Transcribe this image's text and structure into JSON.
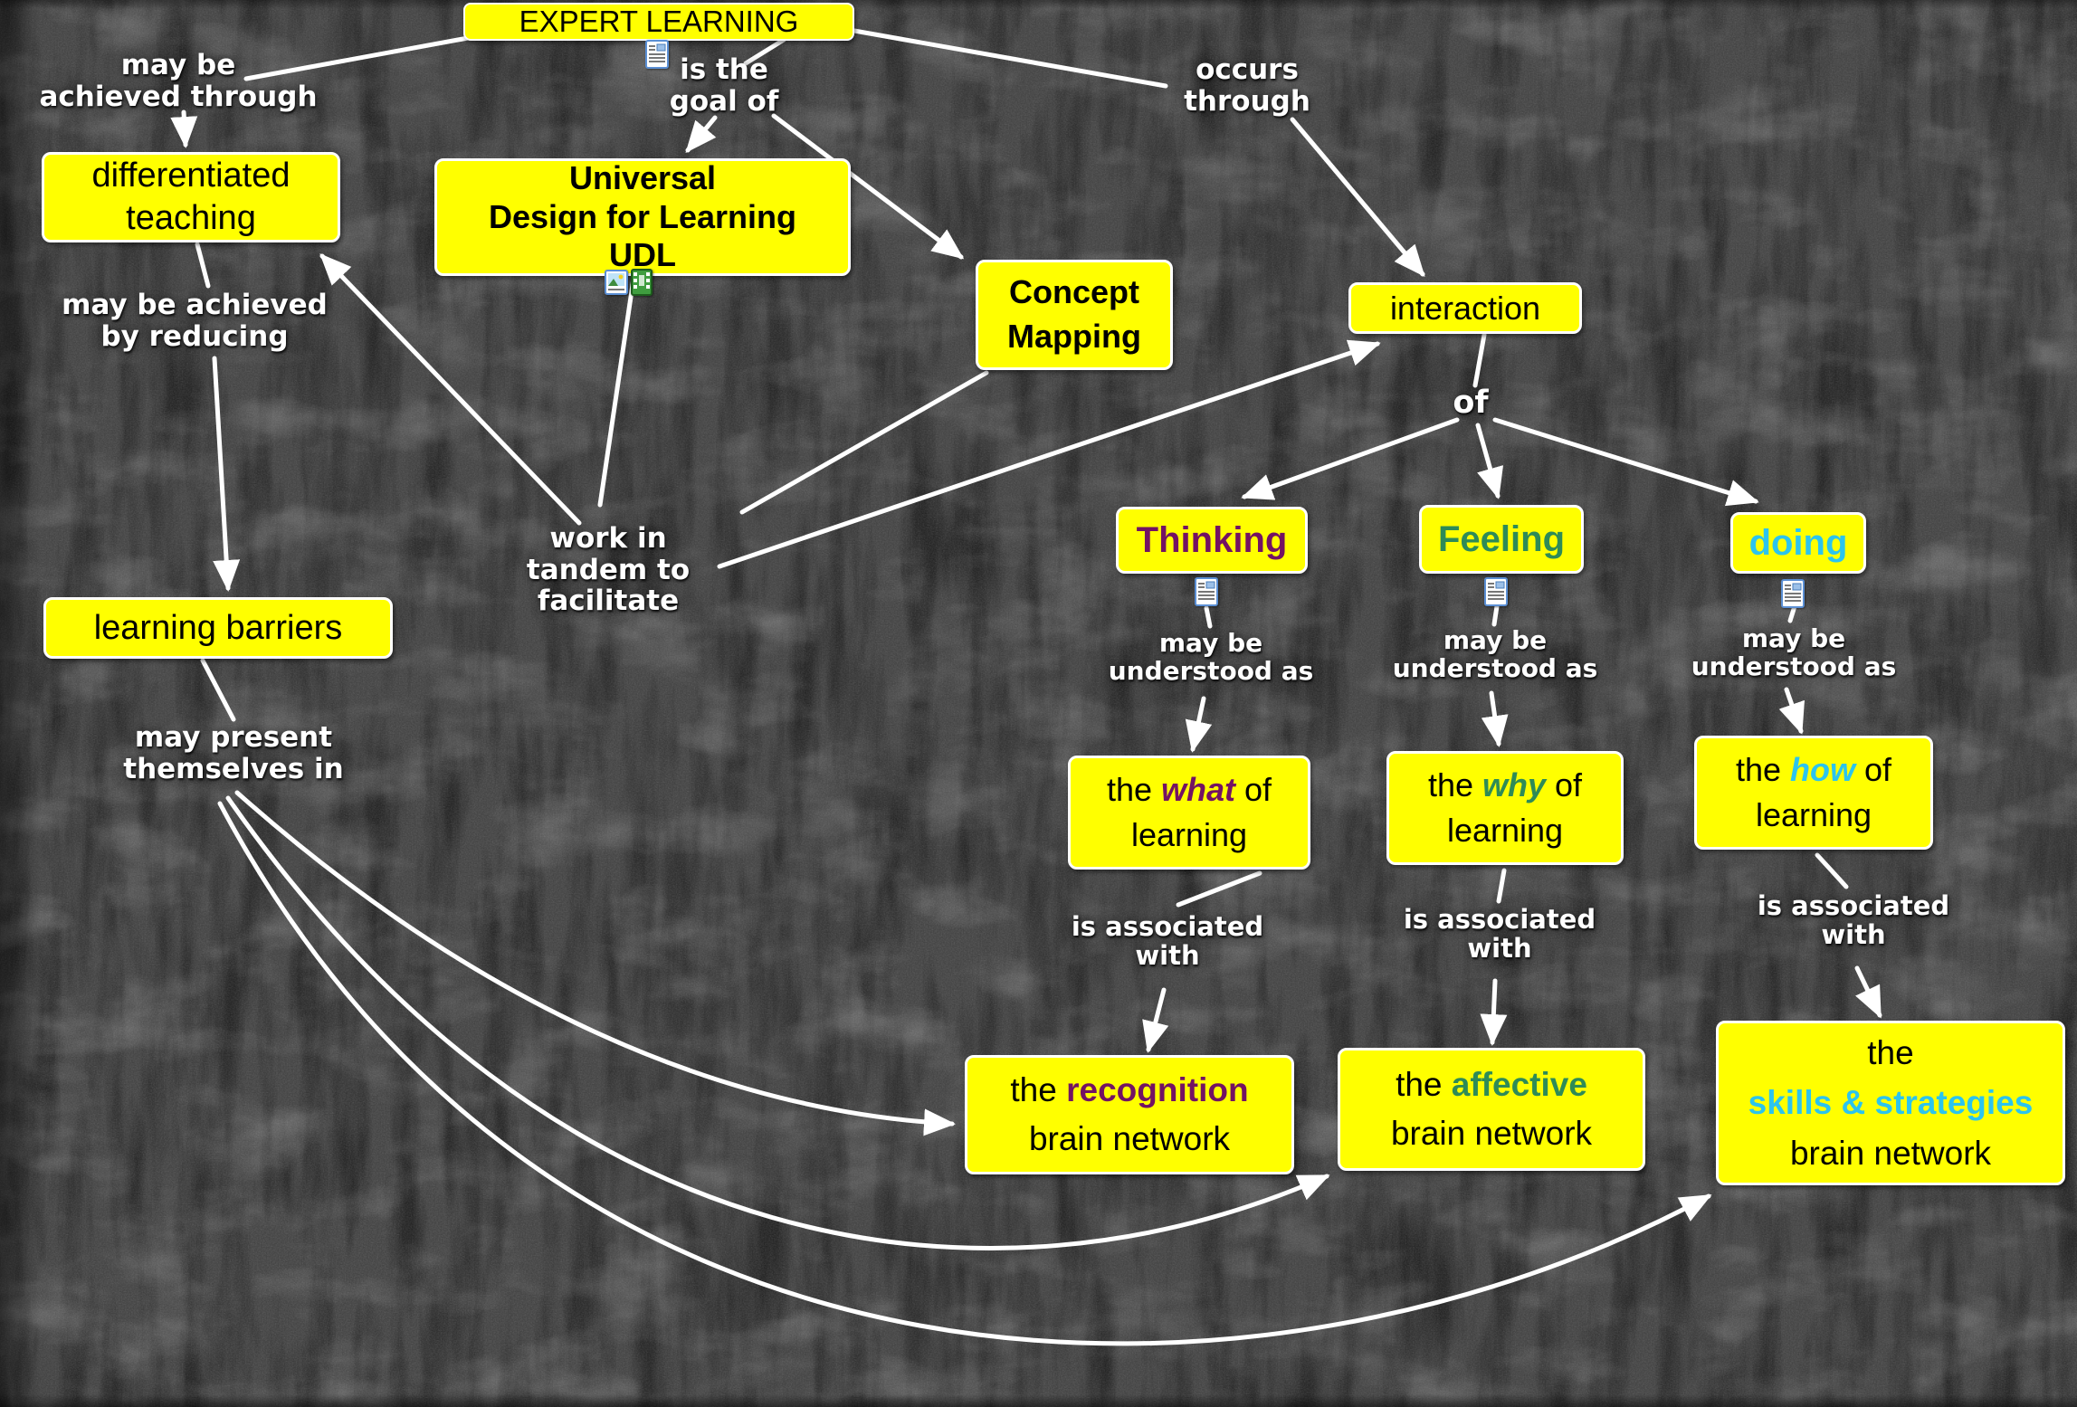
{
  "colors": {
    "background": "#4e4e4e",
    "node_bg": "#ffff00",
    "node_border": "#ffffff",
    "node_text": "#000000",
    "link_text": "#ffffff",
    "line": "#ffffff",
    "purple": "#731263",
    "green": "#2e8b57",
    "cyan": "#2cc4ee"
  },
  "nodes": {
    "expert_learning": {
      "label": "EXPERT LEARNING"
    },
    "differentiated_teaching": {
      "line1": "differentiated",
      "line2": "teaching"
    },
    "udl": {
      "line1": "Universal",
      "line2": "Design for Learning",
      "line3": "UDL"
    },
    "concept_mapping": {
      "line1": "Concept",
      "line2": "Mapping"
    },
    "interaction": {
      "label": "interaction"
    },
    "thinking": {
      "label": "Thinking"
    },
    "feeling": {
      "label": "Feeling"
    },
    "doing": {
      "label": "doing"
    },
    "what_of_learning": {
      "pre": "the",
      "word": "what",
      "post": "of",
      "line2": "learning"
    },
    "why_of_learning": {
      "pre": "the",
      "word": "why",
      "post": "of",
      "line2": "learning"
    },
    "how_of_learning": {
      "pre": "the",
      "word": "how",
      "post": "of",
      "line2": "learning"
    },
    "recognition_network": {
      "pre": "the",
      "word": "recognition",
      "line2": "brain network"
    },
    "affective_network": {
      "pre": "the",
      "word": "affective",
      "line2": "brain network"
    },
    "skills_network": {
      "line1": "the",
      "word": "skills & strategies",
      "line3": "brain network"
    },
    "learning_barriers": {
      "label": "learning barriers"
    }
  },
  "links": {
    "may_be_achieved_through": {
      "line1": "may be",
      "line2": "achieved through"
    },
    "is_the_goal_of": {
      "line1": "is the",
      "line2": "goal of"
    },
    "occurs_through": {
      "line1": "occurs",
      "line2": "through"
    },
    "may_be_achieved_by_reducing": {
      "line1": "may be achieved",
      "line2": "by reducing"
    },
    "work_in_tandem": {
      "line1": "work in",
      "line2": "tandem to",
      "line3": "facilitate"
    },
    "may_present_themselves_in": {
      "line1": "may present",
      "line2": "themselves in"
    },
    "of": {
      "label": "of"
    },
    "understood_thinking": {
      "line1": "may be",
      "line2": "understood as"
    },
    "understood_feeling": {
      "line1": "may be",
      "line2": "understood as"
    },
    "understood_doing": {
      "line1": "may be",
      "line2": "understood as"
    },
    "assoc_what": {
      "line1": "is associated",
      "line2": "with"
    },
    "assoc_why": {
      "line1": "is associated",
      "line2": "with"
    },
    "assoc_how": {
      "line1": "is associated",
      "line2": "with"
    }
  },
  "icons": {
    "expert_learning": "document-resource-icon",
    "udl_1": "image-resource-icon",
    "udl_2": "video-resource-icon",
    "thinking": "document-resource-icon",
    "feeling": "document-resource-icon",
    "doing": "document-resource-icon"
  }
}
